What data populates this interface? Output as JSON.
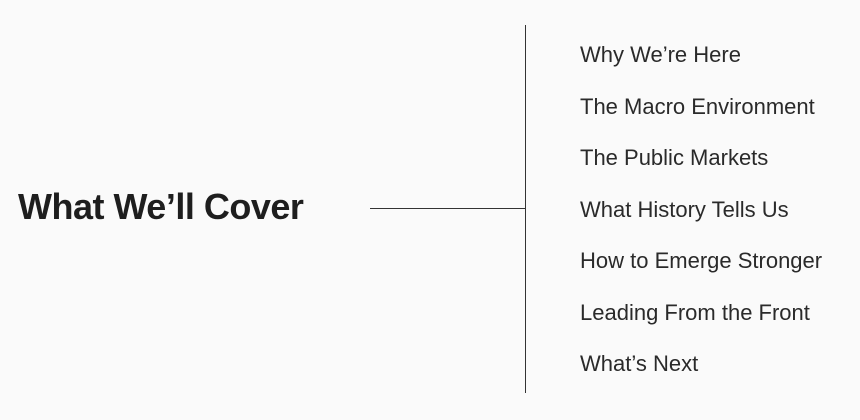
{
  "title": "What We’ll Cover",
  "items": [
    "Why We’re Here",
    "The Macro Environment",
    "The Public Markets",
    "What History Tells Us",
    "How to Emerge Stronger",
    "Leading From the Front",
    "What’s Next"
  ]
}
